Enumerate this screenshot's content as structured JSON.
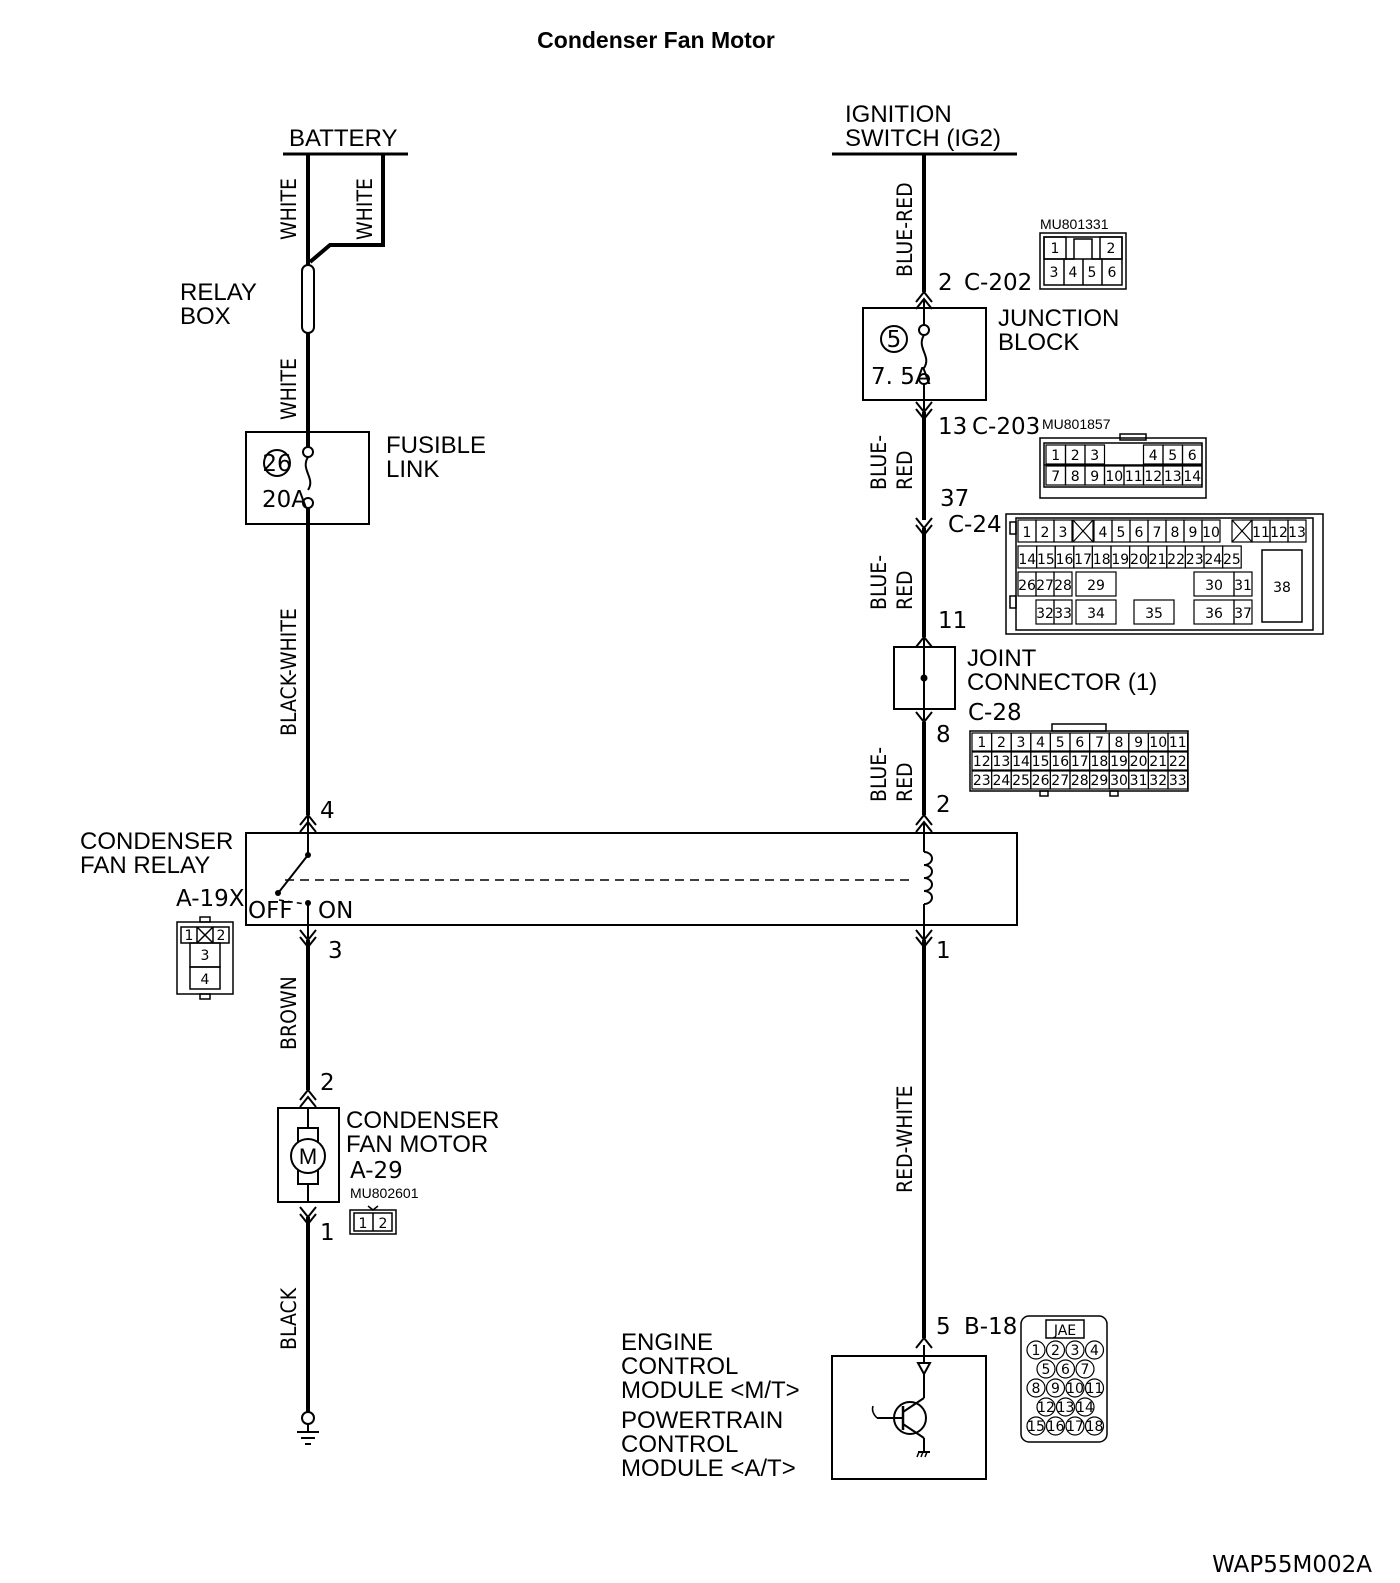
{
  "title": "Condenser Fan Motor",
  "doc_code": "WAP55M002A",
  "sources": {
    "battery": "BATTERY",
    "ignition_line1": "IGNITION",
    "ignition_line2": "SWITCH (IG2)"
  },
  "wires": {
    "white_a": "WHITE",
    "white_b": "WHITE",
    "white_c": "WHITE",
    "black_white": "BLACK-WHITE",
    "brown": "BROWN",
    "black": "BLACK",
    "blue_red_top": "BLUE-RED",
    "blue_red_1a": "BLUE-",
    "blue_red_1b": "RED",
    "blue_red_2a": "BLUE-",
    "blue_red_2b": "RED",
    "blue_red_3a": "BLUE-",
    "blue_red_3b": "RED",
    "red_white": "RED-WHITE"
  },
  "components": {
    "relay_box_1": "RELAY",
    "relay_box_2": "BOX",
    "fusible_link_1": "FUSIBLE",
    "fusible_link_2": "LINK",
    "fusible_no": "26",
    "fusible_amp": "20A",
    "junction_block_1": "JUNCTION",
    "junction_block_2": "BLOCK",
    "junction_fuse_no": "5",
    "junction_fuse_amp": "7. 5A",
    "joint_connector_1": "JOINT",
    "joint_connector_2": "CONNECTOR (1)",
    "relay_1": "CONDENSER",
    "relay_2": "FAN RELAY",
    "relay_id": "A-19X",
    "relay_off": "OFF",
    "relay_on": "ON",
    "motor_1": "CONDENSER",
    "motor_2": "FAN MOTOR",
    "motor_id": "A-29",
    "motor_letter": "M",
    "ecm_1": "ENGINE",
    "ecm_2": "CONTROL",
    "ecm_3": "MODULE <M/T>",
    "pcm_1": "POWERTRAIN",
    "pcm_2": "CONTROL",
    "pcm_3": "MODULE <A/T>"
  },
  "connectors": {
    "c202": "C-202",
    "c203": "C-203",
    "c24": "C-24",
    "c28": "C-28",
    "b18": "B-18",
    "mu801331": "MU801331",
    "mu801857": "MU801857",
    "mu802601": "MU802601",
    "jae": "JAE"
  },
  "pins": {
    "c202_pin": "2",
    "c203_pin": "13",
    "c24_pin_in": "37",
    "c24_pin_out": "11",
    "c28_pin": "8",
    "relay_coil_in": "2",
    "relay_coil_out": "1",
    "relay_sw_in": "4",
    "relay_sw_out": "3",
    "motor_in": "2",
    "motor_out": "1",
    "b18_pin": "5"
  },
  "relay_face": [
    "1",
    "2",
    "3",
    "4"
  ],
  "motor_face": [
    "1",
    "2"
  ],
  "mu801331_face": [
    "1",
    "2",
    "3",
    "4",
    "5",
    "6"
  ],
  "mu801857_row1": [
    "1",
    "2",
    "3",
    "",
    "",
    "4",
    "5",
    "6"
  ],
  "mu801857_row2": [
    "7",
    "8",
    "9",
    "10",
    "11",
    "12",
    "13",
    "14"
  ],
  "c24_row1": [
    "1",
    "2",
    "3",
    "4",
    "5",
    "6",
    "7",
    "8",
    "9",
    "10",
    "11",
    "12",
    "13"
  ],
  "c24_row2": [
    "14",
    "15",
    "16",
    "17",
    "18",
    "19",
    "20",
    "21",
    "22",
    "23",
    "24",
    "25"
  ],
  "c24_row3": [
    "26",
    "27",
    "28",
    "29",
    "30",
    "31"
  ],
  "c24_row4": [
    "32",
    "33",
    "34",
    "35",
    "36",
    "37"
  ],
  "c24_big": "38",
  "c28_row1": [
    "1",
    "2",
    "3",
    "4",
    "5",
    "6",
    "7",
    "8",
    "9",
    "10",
    "11"
  ],
  "c28_row2": [
    "12",
    "13",
    "14",
    "15",
    "16",
    "17",
    "18",
    "19",
    "20",
    "21",
    "22"
  ],
  "c28_row3": [
    "23",
    "24",
    "25",
    "26",
    "27",
    "28",
    "29",
    "30",
    "31",
    "32",
    "33"
  ],
  "b18_row1": [
    "1",
    "2",
    "3",
    "4"
  ],
  "b18_row2": [
    "5",
    "6",
    "7"
  ],
  "b18_row3": [
    "8",
    "9",
    "10",
    "11"
  ],
  "b18_row4": [
    "12",
    "13",
    "14"
  ],
  "b18_row5": [
    "15",
    "16",
    "17",
    "18"
  ]
}
